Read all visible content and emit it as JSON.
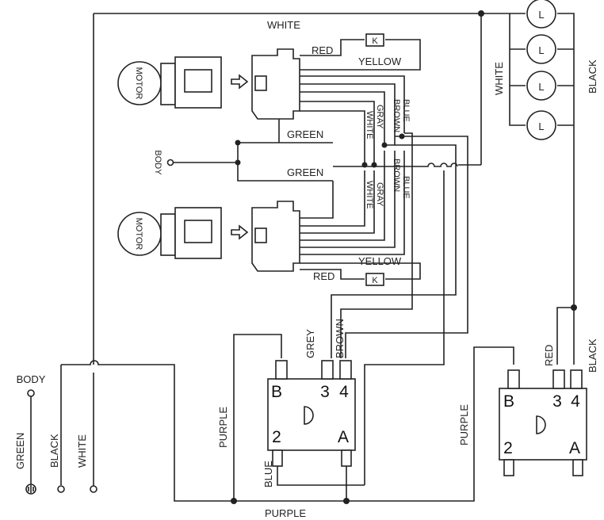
{
  "wires": {
    "white": "WHITE",
    "black": "BLACK",
    "red": "RED",
    "yellow": "YELLOW",
    "green": "GREEN",
    "blue": "BLUE",
    "brown": "BROWN",
    "gray": "GRAY",
    "grey": "GREY",
    "purple": "PURPLE"
  },
  "motor_label": "MOTOR",
  "body_label": "BODY",
  "lamp_symbol": "L",
  "thermal_symbol": "K",
  "switch_terminals": {
    "b": "B",
    "t3": "3",
    "t4": "4",
    "t2": "2",
    "a": "A"
  }
}
